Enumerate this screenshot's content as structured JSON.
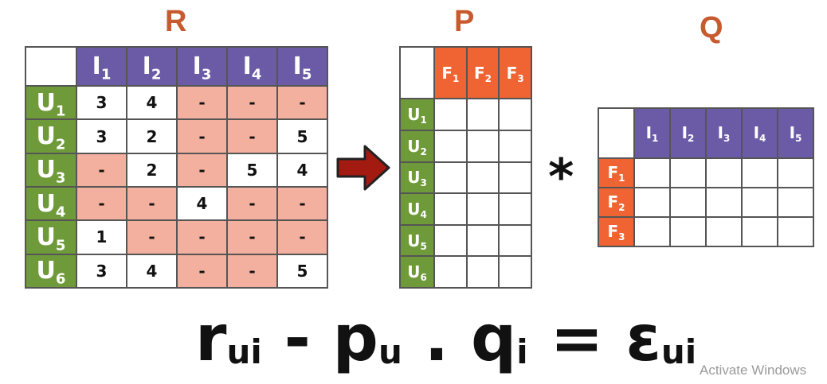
{
  "titles": {
    "r": "R",
    "p": "P",
    "q": "Q"
  },
  "R": {
    "items": [
      "I",
      "I",
      "I",
      "I",
      "I"
    ],
    "item_subs": [
      "1",
      "2",
      "3",
      "4",
      "5"
    ],
    "users": [
      "U",
      "U",
      "U",
      "U",
      "U",
      "U"
    ],
    "user_subs": [
      "1",
      "2",
      "3",
      "4",
      "5",
      "6"
    ],
    "rows": [
      [
        "3",
        "4",
        "-",
        "-",
        "-"
      ],
      [
        "3",
        "2",
        "-",
        "-",
        "5"
      ],
      [
        "-",
        "2",
        "-",
        "5",
        "4"
      ],
      [
        "-",
        "-",
        "4",
        "-",
        "-"
      ],
      [
        "1",
        "-",
        "-",
        "-",
        "-"
      ],
      [
        "3",
        "4",
        "-",
        "-",
        "5"
      ]
    ]
  },
  "P": {
    "factors": [
      "F",
      "F",
      "F"
    ],
    "factor_subs": [
      "1",
      "2",
      "3"
    ],
    "users": [
      "U",
      "U",
      "U",
      "U",
      "U",
      "U"
    ],
    "user_subs": [
      "1",
      "2",
      "3",
      "4",
      "5",
      "6"
    ]
  },
  "Q": {
    "items": [
      "I",
      "I",
      "I",
      "I",
      "I"
    ],
    "item_subs": [
      "1",
      "2",
      "3",
      "4",
      "5"
    ],
    "factors": [
      "F",
      "F",
      "F"
    ],
    "factor_subs": [
      "1",
      "2",
      "3"
    ]
  },
  "operator": "*",
  "equation": {
    "r": "r",
    "r_sub": "ui",
    "minus": "-",
    "p": "p",
    "p_sub": "u",
    "dot": ".",
    "q": "q",
    "q_sub": "i",
    "equals": "=",
    "e": "ε",
    "e_sub": "ui"
  },
  "watermark": "Activate Windows",
  "colors": {
    "title": "#c85a2f",
    "item_header": "#6b5aa6",
    "user_header": "#6f9a3a",
    "factor_header": "#ef6432",
    "missing": "#f4b09e",
    "arrow": "#a31a10"
  }
}
